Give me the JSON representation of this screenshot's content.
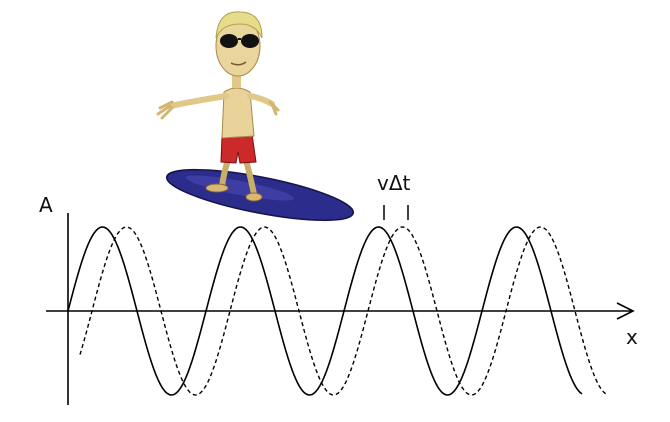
{
  "diagram": {
    "labels": {
      "amplitude_axis": "A",
      "position_axis": "x",
      "displacement": "vΔt"
    },
    "illustration": {
      "figure": "surfer-on-surfboard",
      "colors": {
        "board": "#2c2c8c",
        "shorts": "#cc2a2a",
        "skin": "#e9d39a",
        "hair": "#e6dc8a",
        "sunglasses": "#111111"
      }
    },
    "waves": {
      "count_crests": 4,
      "original": {
        "style": "solid",
        "color": "#000000"
      },
      "shifted": {
        "style": "dashed",
        "color": "#000000"
      }
    }
  }
}
